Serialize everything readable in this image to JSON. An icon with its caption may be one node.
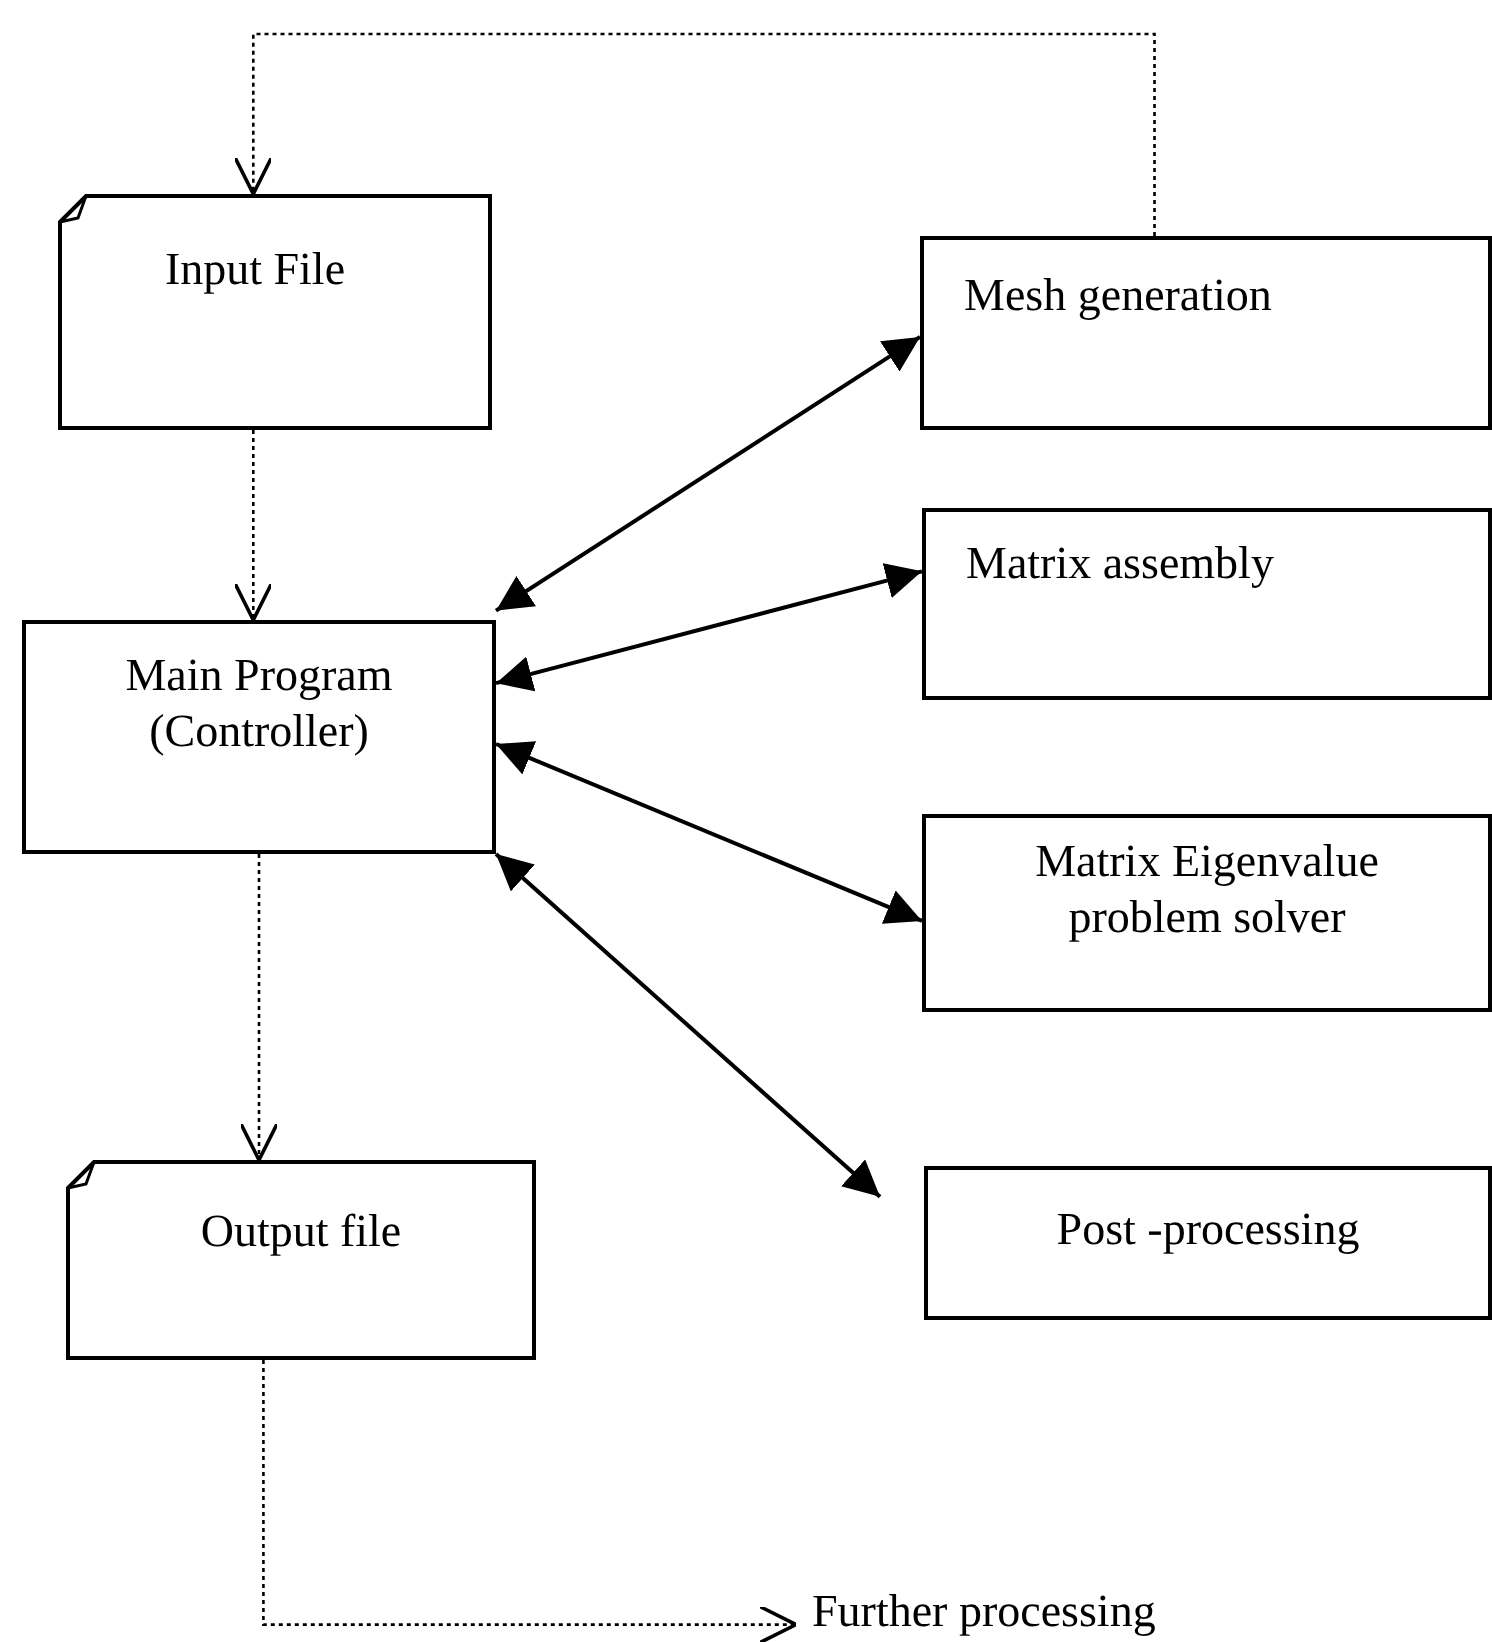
{
  "diagram": {
    "nodes": [
      {
        "text": [
          "Input File"
        ]
      },
      {
        "text": [
          "Mesh generation"
        ]
      },
      {
        "text": [
          "Main Program (Controller)"
        ]
      },
      {
        "text": [
          "Matrix assembly"
        ]
      },
      {
        "text": [
          "Matrix Eigenvalue problem solver"
        ]
      },
      {
        "text": [
          "Output file"
        ]
      },
      {
        "text": [
          "Post -processing"
        ]
      },
      {
        "text": [
          "Further processing"
        ]
      }
    ],
    "edges": [
      {
        "from": 1,
        "to": 0,
        "arrow": "to",
        "style": "dashed"
      },
      {
        "from": 0,
        "to": 2,
        "arrow": "to",
        "style": "dashed"
      },
      {
        "from": 2,
        "to": 1,
        "arrow": "both"
      },
      {
        "from": 2,
        "to": 3,
        "arrow": "both"
      },
      {
        "from": 2,
        "to": 4,
        "arrow": "both"
      },
      {
        "from": 2,
        "to": 6,
        "arrow": "both"
      },
      {
        "from": 2,
        "to": 5,
        "arrow": "to",
        "style": "dashed"
      },
      {
        "from": 5,
        "to": 7,
        "arrow": "to",
        "style": "dashed"
      }
    ]
  }
}
